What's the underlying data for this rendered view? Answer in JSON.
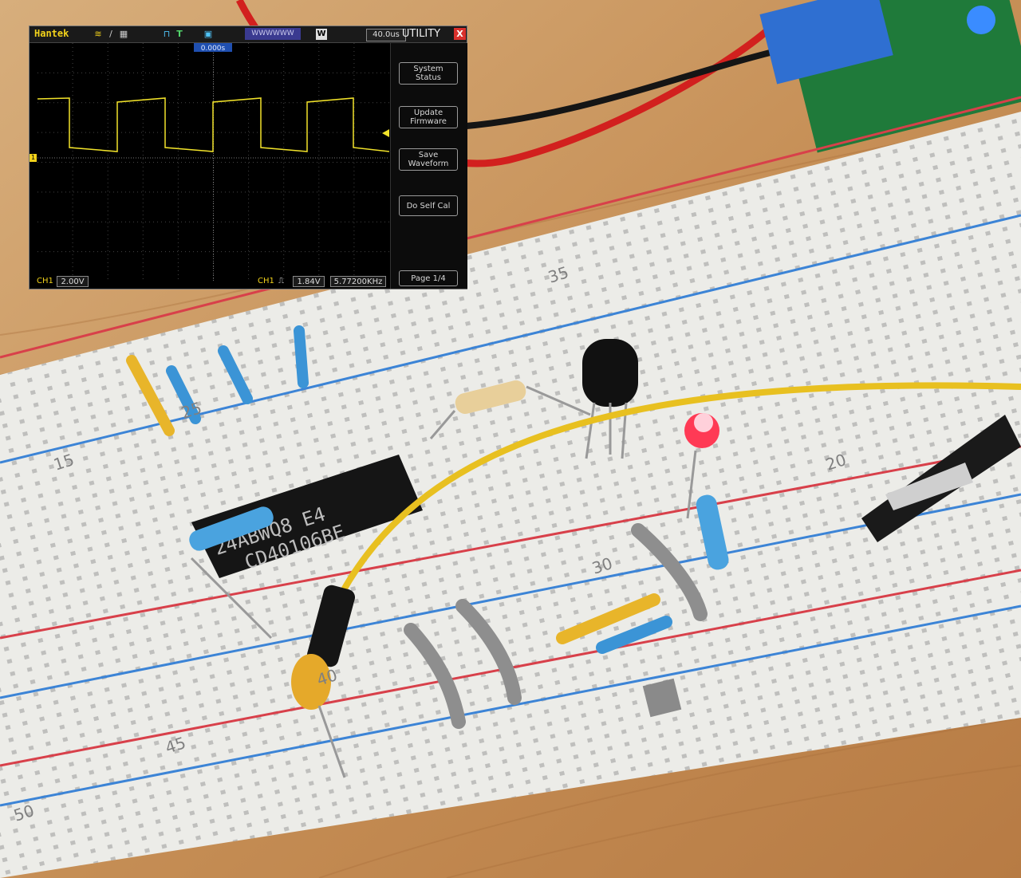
{
  "scope": {
    "brand": "Hantek",
    "timebase": "40.0us",
    "trigger_offset": "0.000s",
    "menu_title": "UTILITY",
    "close_symbol": "X",
    "side_buttons": [
      "System\nStatus",
      "Update\nFirmware",
      "Save\nWaveform",
      "Do Self Cal",
      "Page 1/4"
    ],
    "ch1_label": "CH1",
    "ch1_scale": "2.00V",
    "trigger_channel": "CH1",
    "trigger_level": "1.84V",
    "frequency": "5.77200KHz",
    "channel_marker": "1",
    "w_label": "W",
    "trace_color": "#f2e32a"
  },
  "breadboard": {
    "ic_marking_line1": "24ABWQ8 E4",
    "ic_marking_line2": "CD40106BE",
    "row_numbers": [
      "15",
      "20",
      "25",
      "30",
      "35",
      "40",
      "45",
      "50"
    ]
  }
}
